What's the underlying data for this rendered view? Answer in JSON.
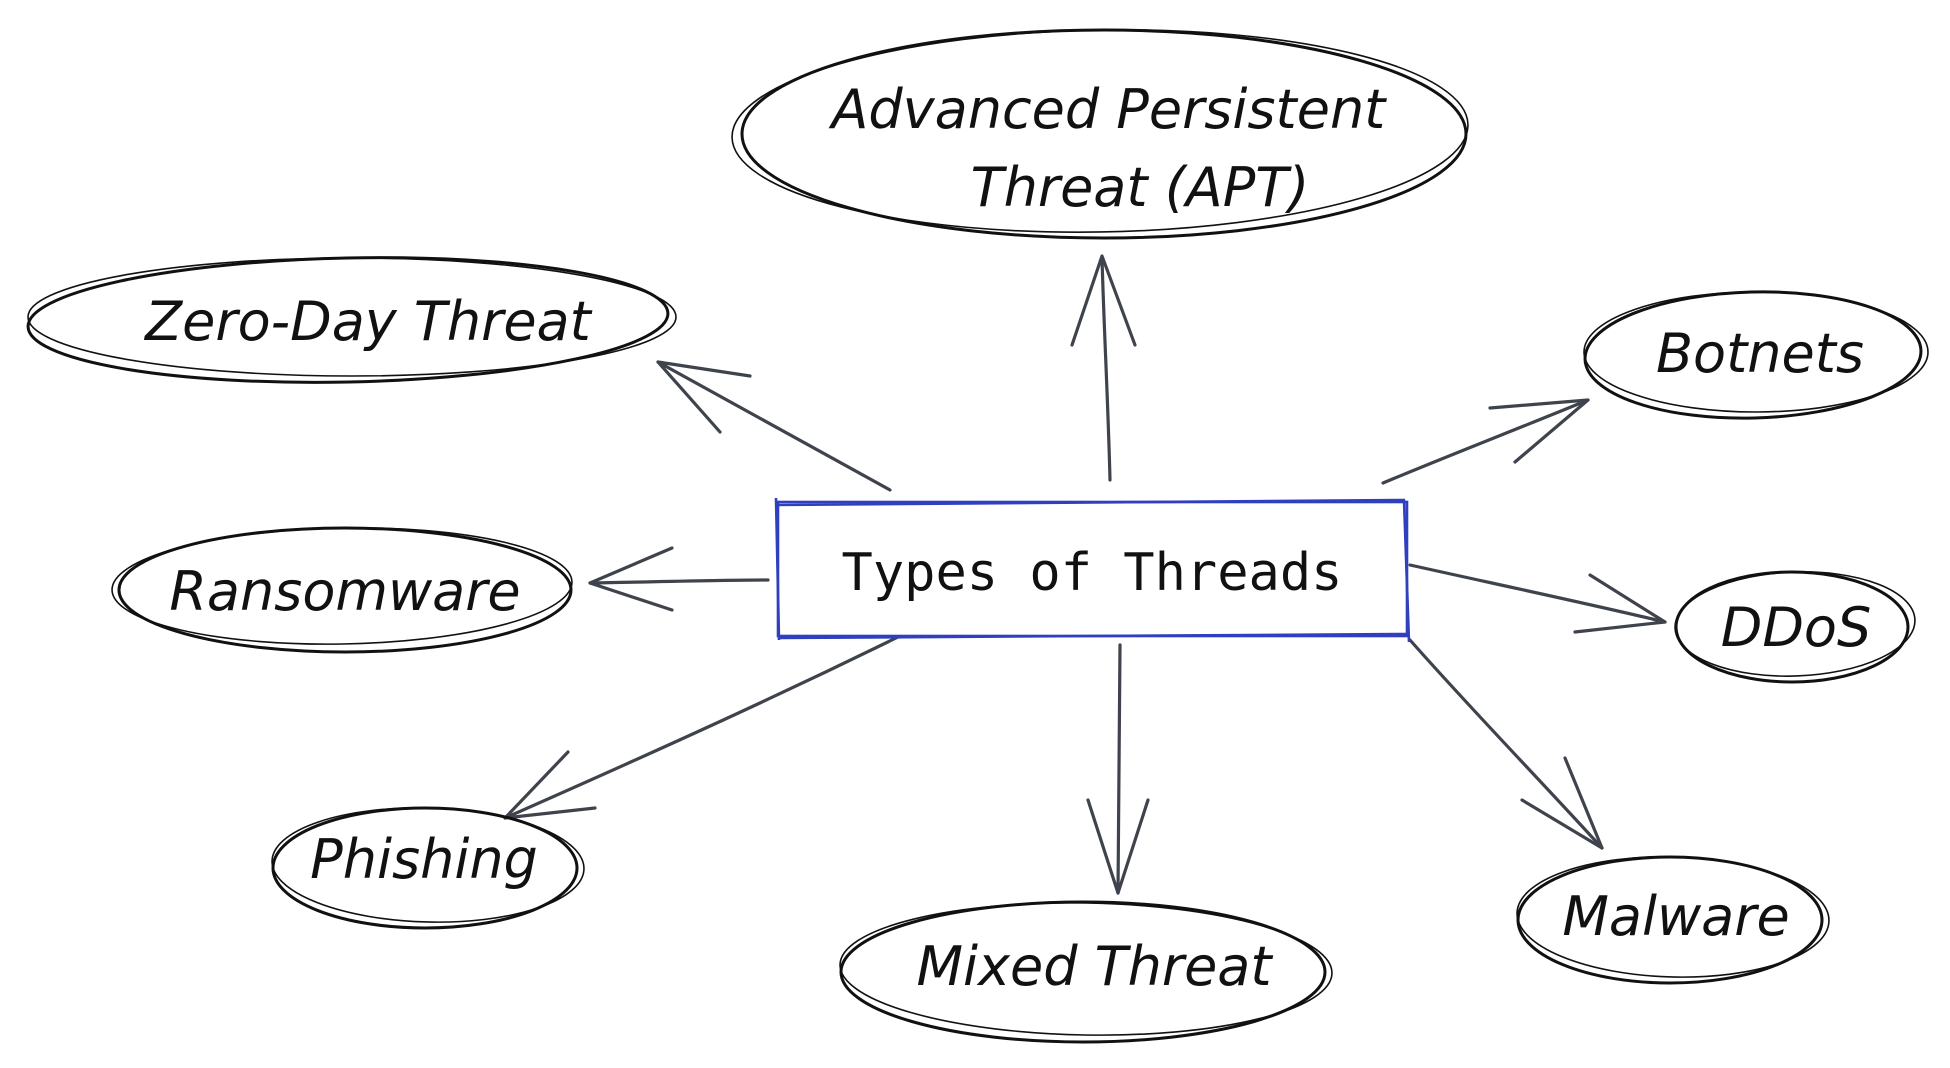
{
  "diagram": {
    "center": {
      "label": "Types of Threads"
    },
    "nodes": [
      {
        "id": "apt",
        "lines": [
          "Advanced Persistent",
          "Threat (APT)"
        ]
      },
      {
        "id": "zero-day",
        "lines": [
          "Zero-Day Threat"
        ]
      },
      {
        "id": "botnets",
        "lines": [
          "Botnets"
        ]
      },
      {
        "id": "ransomware",
        "lines": [
          "Ransomware"
        ]
      },
      {
        "id": "ddos",
        "lines": [
          "DDoS"
        ]
      },
      {
        "id": "phishing",
        "lines": [
          "Phishing"
        ]
      },
      {
        "id": "mixed",
        "lines": [
          "Mixed Threat"
        ]
      },
      {
        "id": "malware",
        "lines": [
          "Malware"
        ]
      }
    ],
    "colors": {
      "center_border": "#2f3fbf",
      "arrow": "#3f434c",
      "outline": "#111111"
    }
  }
}
